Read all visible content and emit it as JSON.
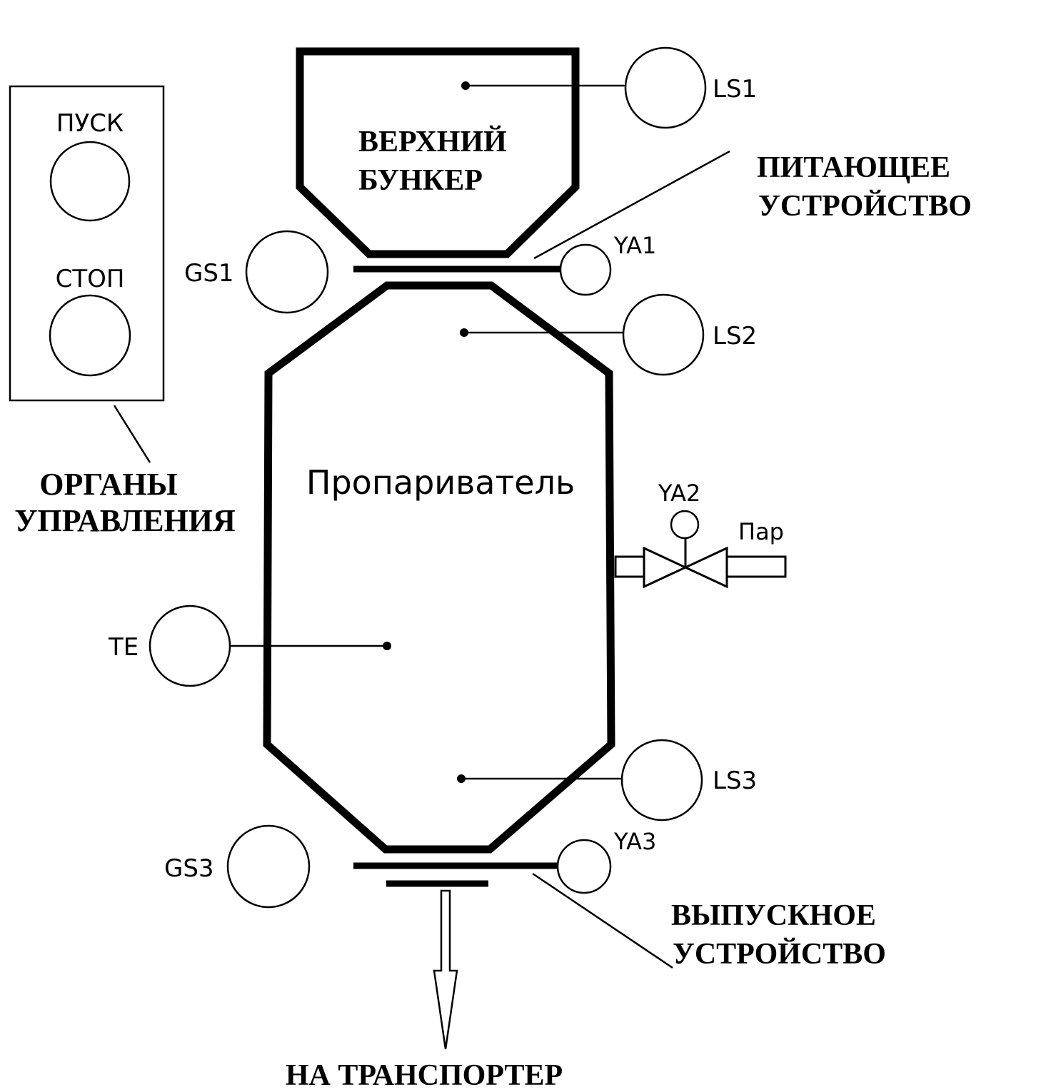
{
  "control_panel": {
    "start_label": "ПУСК",
    "stop_label": "СТОП",
    "caption_line1": "ОРГАНЫ",
    "caption_line2": "УПРАВЛЕНИЯ"
  },
  "hopper": {
    "line1": "ВЕРХНИЙ",
    "line2": "БУНКЕР"
  },
  "feeder": {
    "line1": "ПИТАЮЩЕЕ",
    "line2": "УСТРОЙСТВО"
  },
  "steamer": {
    "label": "Пропариватель"
  },
  "outlet": {
    "line1": "ВЫПУСКНОЕ",
    "line2": "УСТРОЙСТВО"
  },
  "conveyor": {
    "label": "НА ТРАНСПОРТЕР"
  },
  "steam": {
    "label": "Пар"
  },
  "sensors": {
    "ls1": "LS1",
    "ls2": "LS2",
    "ls3": "LS3",
    "gs1": "GS1",
    "gs3": "GS3",
    "ya1": "YA1",
    "ya2": "YA2",
    "ya3": "YA3",
    "te": "TE"
  }
}
